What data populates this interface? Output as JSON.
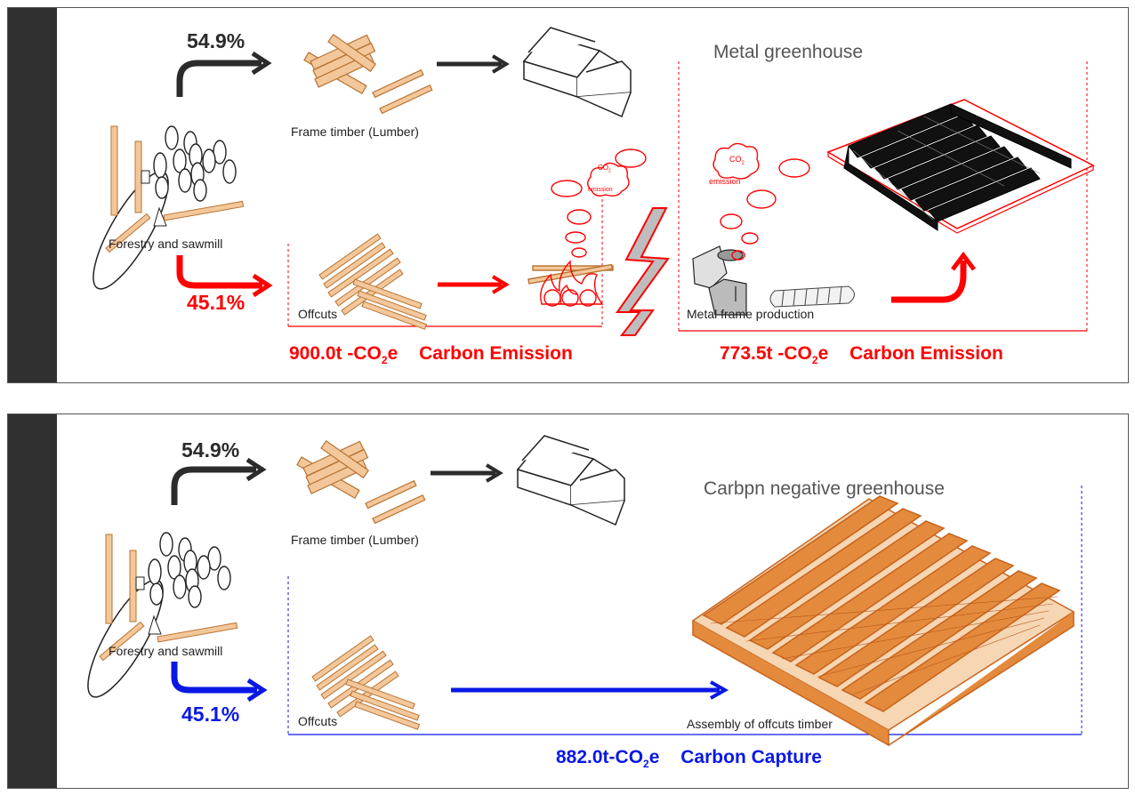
{
  "top": {
    "lumber_pct": "54.9%",
    "offcut_pct": "45.1%",
    "frame_timber_label": "Frame timber (Lumber)",
    "forestry_label": "Forestry and sawmill",
    "offcuts_label": "Offcuts",
    "metal_greenhouse_title": "Metal greenhouse",
    "metal_frame_label": "Metal  frame production",
    "co2_label": "CO",
    "co2_sub": "2",
    "emission_label": "emission",
    "metric_left": {
      "value": "900.0t -CO",
      "sub": "2",
      "suffix": "e",
      "caption": "Carbon Emission"
    },
    "metric_right": {
      "value": "773.5t -CO",
      "sub": "2",
      "suffix": "e",
      "caption": "Carbon Emission"
    }
  },
  "bottom": {
    "lumber_pct": "54.9%",
    "offcut_pct": "45.1%",
    "frame_timber_label": "Frame timber (Lumber)",
    "forestry_label": "Forestry and sawmill",
    "offcuts_label": "Offcuts",
    "greenhouse_title": "Carbpn negative greenhouse",
    "assembly_label": "Assembly of offcuts timber",
    "metric": {
      "value": "882.0t-CO",
      "sub": "2",
      "suffix": "e",
      "caption": "Carbon Capture"
    }
  },
  "colors": {
    "dark_arrow": "#2b2b2b",
    "emission_red": "#ff0000",
    "capture_blue": "#0a18e6",
    "timber": "#d98a3e",
    "timber_dark": "#8a4f1c",
    "strip": "#303030"
  },
  "icons": [
    "lumber-pile-icon",
    "house-icon",
    "tree-icon",
    "offcuts-pile-icon",
    "fire-icon",
    "co2-cloud-icon",
    "metal-greenhouse-icon",
    "timber-greenhouse-icon",
    "furnace-icon",
    "steel-coil-icon",
    "lightning-divider-icon"
  ]
}
